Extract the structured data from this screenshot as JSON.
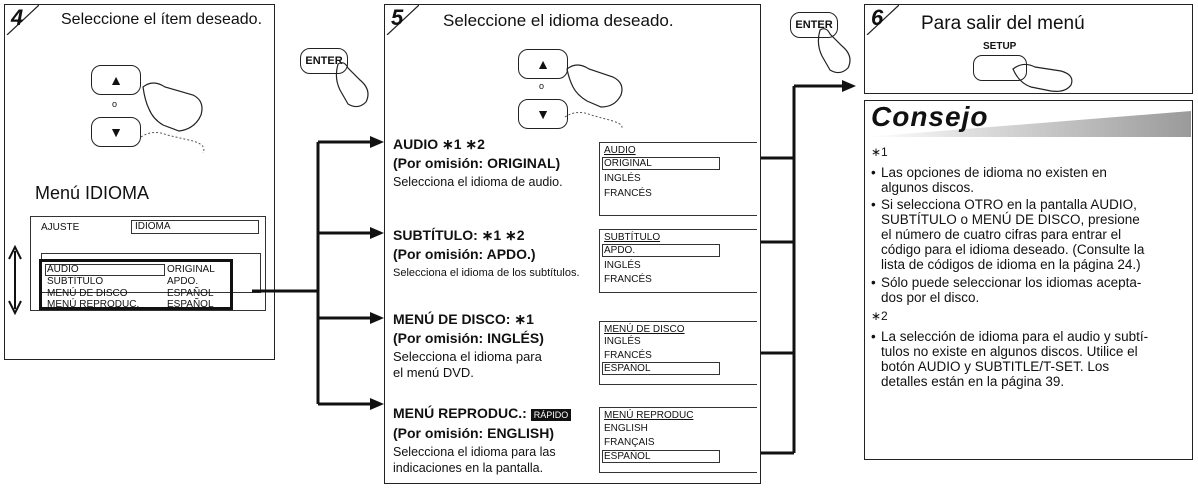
{
  "step4": {
    "number": "4",
    "title": "Seleccione el ítem deseado.",
    "or": "o",
    "up": "▲",
    "down": "▼",
    "menu_label": "Menú IDIOMA",
    "screen": {
      "header_left": "AJUSTE",
      "header_tab": "IDIOMA",
      "rows": [
        {
          "item": "AUDIO",
          "value": "ORIGINAL"
        },
        {
          "item": "SUBTÍTULO",
          "value": "APDO."
        },
        {
          "item": "MENÚ DE DISCO",
          "value": "ESPAÑOL"
        },
        {
          "item": "MENÚ REPRODUC.",
          "value": "ESPAÑOL"
        }
      ]
    }
  },
  "enter_label": "ENTER",
  "step5": {
    "number": "5",
    "title": "Seleccione el idioma deseado.",
    "or": "o",
    "up": "▲",
    "down": "▼",
    "options": [
      {
        "heading": "AUDIO ∗1 ∗2",
        "default": "(Por omisión: ORIGINAL)",
        "desc": [
          "Selecciona el idioma de audio."
        ],
        "screen_title": "AUDIO",
        "screen_items": [
          "ORIGINAL",
          "INGLÉS",
          "FRANCÉS"
        ],
        "selected": 0
      },
      {
        "heading": "SUBTÍTULO: ∗1 ∗2",
        "default": "(Por omisión: APDO.)",
        "desc": [
          "Selecciona el idioma de los subtítulos."
        ],
        "screen_title": "SUBTÍTULO",
        "screen_items": [
          "APDO.",
          "INGLÉS",
          "FRANCÉS"
        ],
        "selected": 0
      },
      {
        "heading": "MENÚ DE DISCO: ∗1",
        "default": "(Por omisión: INGLÉS)",
        "desc": [
          "Selecciona el idioma para",
          "el menú DVD."
        ],
        "screen_title": "MENÚ DE DISCO",
        "screen_items": [
          "INGLÉS",
          "FRANCÉS",
          "ESPAÑOL"
        ],
        "selected": 2
      },
      {
        "heading": "MENÚ REPRODUC.:",
        "badge": "RÁPIDO",
        "default": "(Por omisión: ENGLISH)",
        "desc": [
          "Selecciona el idioma para las",
          "indicaciones en la pantalla."
        ],
        "screen_title": "MENÚ REPRODUC",
        "screen_items": [
          "ENGLISH",
          "FRANÇAIS",
          "ESPAÑOL"
        ],
        "selected": 2
      }
    ]
  },
  "step6": {
    "number": "6",
    "title": "Para salir del menú",
    "button_label": "SETUP"
  },
  "tip": {
    "title": "Consejo",
    "note1": "∗1",
    "bullets1": [
      [
        "Las opciones de idioma no existen en",
        "algunos discos."
      ],
      [
        "Si selecciona OTRO en la pantalla AUDIO,",
        "SUBTÍTULO o MENÚ DE DISCO, presione",
        "el número de cuatro cifras para entrar el",
        "código para el idioma deseado. (Consulte la",
        "lista de códigos de idioma en la página 24.)"
      ],
      [
        "Sólo puede seleccionar los idiomas acepta-",
        "dos por el disco."
      ]
    ],
    "note2": "∗2",
    "bullets2": [
      [
        "La selección de idioma para el audio y subtí-",
        "tulos no existe en algunos discos. Utilice el",
        "botón AUDIO y SUBTITLE/T-SET. Los",
        "detalles están en la página 39."
      ]
    ]
  }
}
